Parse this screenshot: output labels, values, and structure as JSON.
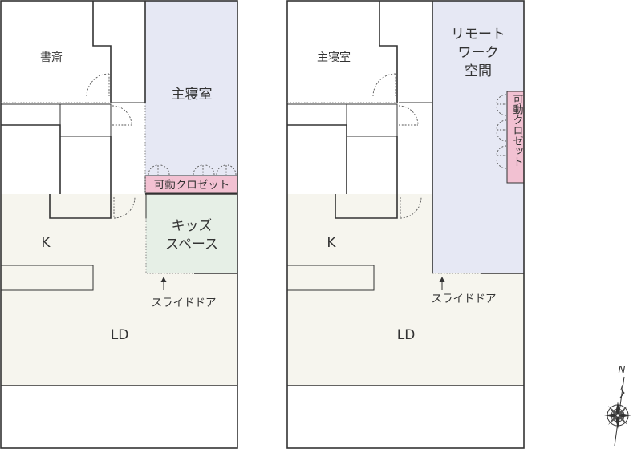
{
  "colors": {
    "living_floor": "#f6f5ee",
    "bedroom_fill": "#e6e8f4",
    "closet_fill": "#f2c1d2",
    "kids_fill": "#e6efe6",
    "wall": "#333333"
  },
  "plan_left": {
    "study": "書斎",
    "master_bedroom": "主寝室",
    "closet": "可動クロゼット",
    "kids_line1": "キッズ",
    "kids_line2": "スペース",
    "kitchen": "K",
    "living": "LD",
    "slide_door": "スライドドア"
  },
  "plan_right": {
    "master_bedroom": "主寝室",
    "remote_line1": "リモート",
    "remote_line2": "ワーク",
    "remote_line3": "空間",
    "closet": "可動クロゼット",
    "kitchen": "K",
    "living": "LD",
    "slide_door": "スライドドア"
  },
  "compass": {
    "north": "N"
  }
}
